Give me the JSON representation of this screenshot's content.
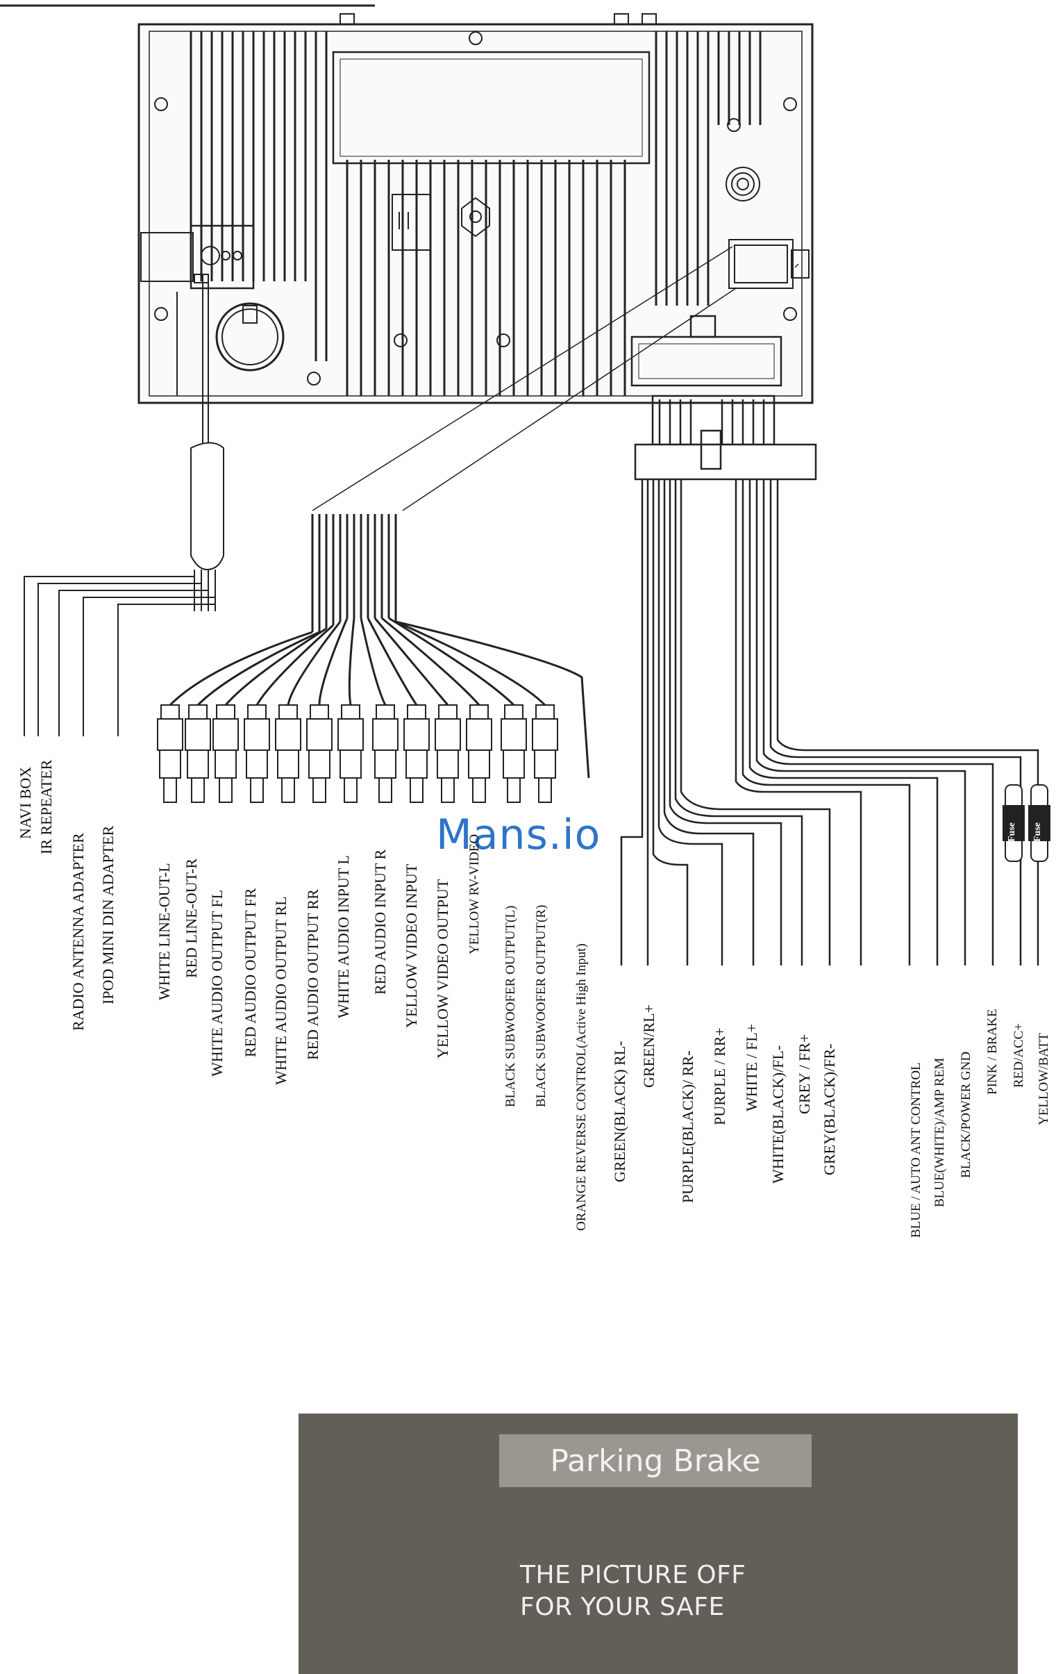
{
  "watermark": "Mans.io",
  "left_harness_labels": [
    "NAVI BOX",
    "IR REPEATER",
    "RADIO ANTENNA ADAPTER",
    "IPOD MINI DIN ADAPTER"
  ],
  "rca_labels": [
    "WHITE LINE-OUT-L",
    "RED LINE-OUT-R",
    "WHITE AUDIO OUTPUT FL",
    "RED AUDIO OUTPUT FR",
    "WHITE AUDIO OUTPUT RL",
    "RED AUDIO OUTPUT RR",
    "WHITE AUDIO INPUT L",
    "RED AUDIO INPUT R",
    "YELLOW VIDEO INPUT",
    "YELLOW VIDEO OUTPUT",
    "YELLOW RV-VIDEO",
    "BLACK SUBWOOFER OUTPUT(L)",
    "BLACK SUBWOOFER OUTPUT(R)",
    "ORANGE REVERSE CONTROL(Active High Input)"
  ],
  "speaker_labels": [
    "GREEN(BLACK) RL-",
    "GREEN/RL+",
    "PURPLE(BLACK)/ RR-",
    "PURPLE / RR+",
    "WHITE / FL+",
    "WHITE(BLACK)/FL-",
    "GREY / FR+",
    "GREY(BLACK)/FR-"
  ],
  "power_labels": [
    "BLUE / AUTO ANT CONTROL",
    "BLUE(WHITE)/AMP REM",
    "BLACK/POWER GND",
    "PINK / BRAKE",
    "RED/ACC+",
    "YELLOW/BATT"
  ],
  "fuse_label": "Fuse",
  "warning": {
    "title": "Parking Brake",
    "line1": "THE PICTURE OFF",
    "line2": "FOR YOUR SAFE"
  }
}
